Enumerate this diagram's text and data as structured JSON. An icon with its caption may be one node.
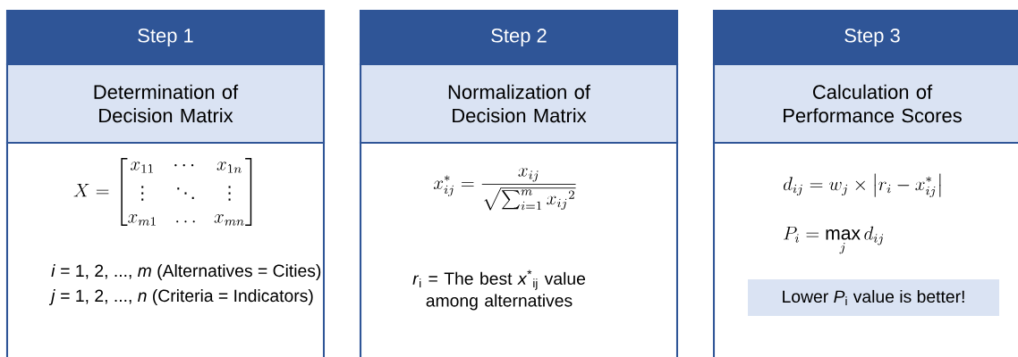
{
  "diagram": {
    "nodes": [
      {
        "text": [
          "Step 1"
        ]
      },
      {
        "text": [
          "Determination of Decision Matrix"
        ]
      },
      {
        "text": [
          "X = \\begin{bmatrix} x_{11} & \\cdots & x_{1n} \\\\ \\vdots & \\ddots & \\vdots \\\\ x_{m1} & \\ldots & x_{mn} \\end{bmatrix}",
          "*i* = 1, 2, ..., *m* (Alternatives = Cities)",
          "*j* = 1, 2, ..., *n* (Criteria = Indicators)"
        ]
      },
      {
        "text": [
          "Step 2"
        ]
      },
      {
        "text": [
          "Normalization of Decision Matrix"
        ]
      },
      {
        "text": [
          "x_{ij}^{*} = \\frac{x_{ij}}{\\sqrt{\\sum_{i=1}^{m} {x_{ij}}^{2}}}",
          "*r*$_{i}$ = The best *x*$^{*}$$_{ij}$ value among alternatives"
        ]
      },
      {
        "text": [
          "Step 3"
        ]
      },
      {
        "text": [
          "Calculation of Performance Scores"
        ]
      },
      {
        "text": [
          "d_{ij} = w_{j} \\times \\left| r_{i} - x_{ij}^{*} \\right|",
          "P_{i} = \\max_{j} d_{ij}"
        ]
      },
      {
        "text": [
          "Lower *P*$_{i}$ value is better!"
        ],
        "in": 8
      }
    ]
  }
}
